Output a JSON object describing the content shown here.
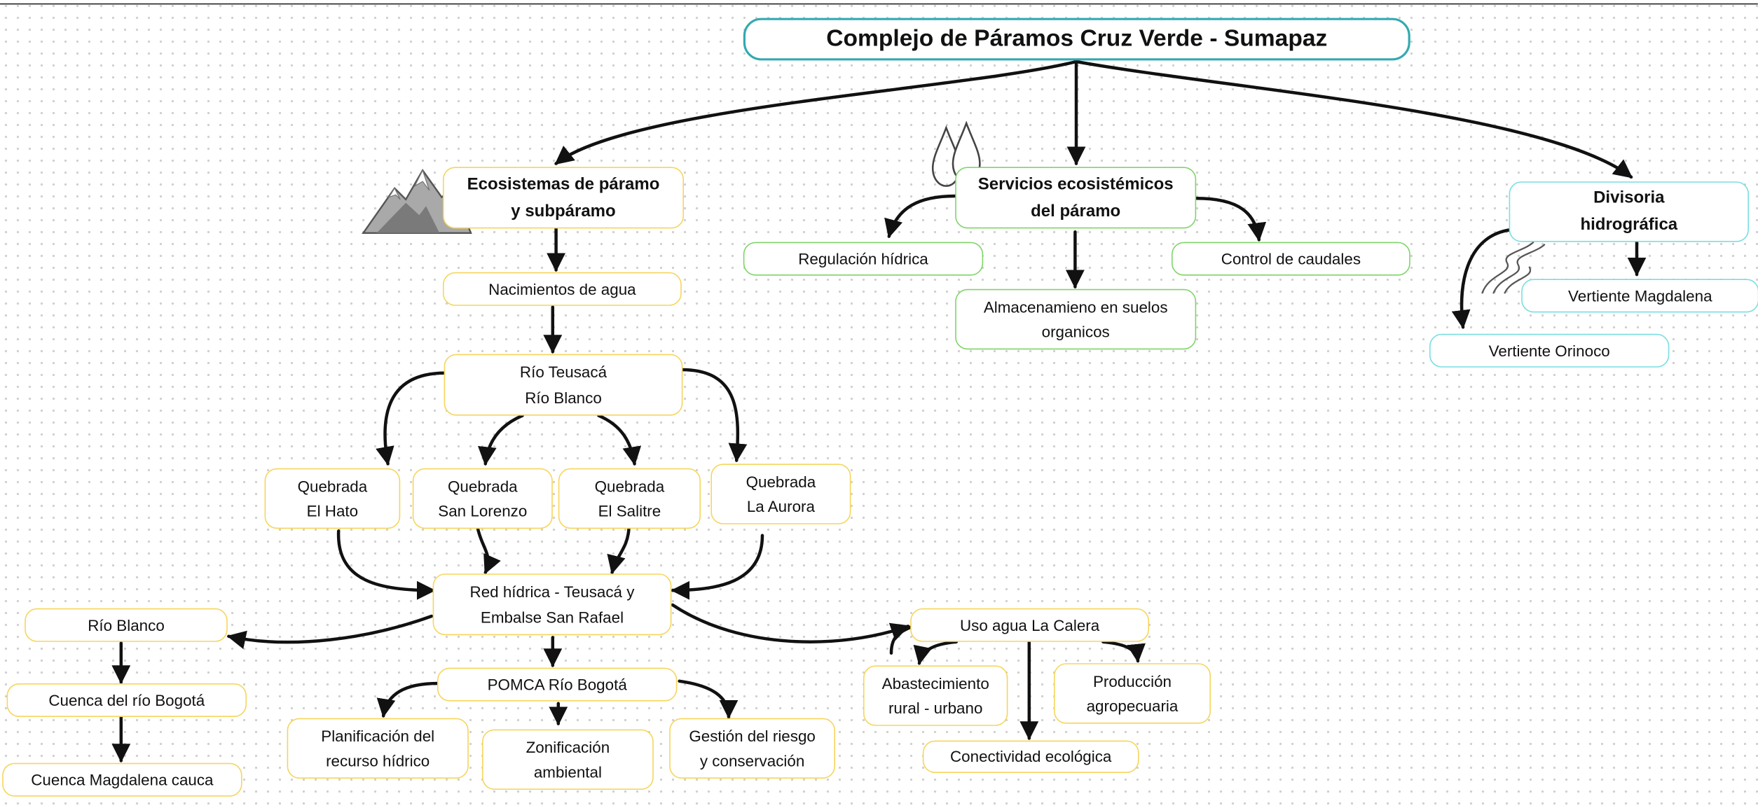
{
  "title": "Complejo de Páramos  Cruz Verde - Sumapaz",
  "colors": {
    "title_border": "#33aab0",
    "yellow_border": "#f6d55c",
    "green_border": "#7fd46a",
    "cyan_border": "#79dee2",
    "arrow": "#111111"
  },
  "icons": [
    "mountain-icon",
    "water-drops-icon",
    "river-icon"
  ],
  "ecosistemas": {
    "heading": "Ecosistemas de páramo\ny subpáramo",
    "nacimientos": "Nacimientos de agua",
    "rios": "Río Teusacá\nRío Blanco",
    "quebradas": [
      "Quebrada\nEl Hato",
      "Quebrada\nSan Lorenzo",
      "Quebrada\nEl Salitre",
      "Quebrada\nLa Aurora"
    ],
    "red_hidrica": "Red hídrica - Teusacá y\nEmbalse San Rafael",
    "rio_blanco": "Río Blanco",
    "cuenca_bogota": "Cuenca del río Bogotá",
    "cuenca_magdalena": "Cuenca Magdalena cauca",
    "pomca": "POMCA Río Bogotá",
    "planificacion": "Planificación del\nrecurso hídrico",
    "zonificacion": "Zonificación\nambiental",
    "gestion": "Gestión del riesgo\ny conservación",
    "uso_agua": "Uso agua La Calera",
    "abastecimiento": "Abastecimiento\nrural - urbano",
    "produccion": "Producción\nagropecuaria",
    "conectividad": "Conectividad ecológica"
  },
  "servicios": {
    "heading": "Servicios ecosistémicos\ndel páramo",
    "regulacion": "Regulación hídrica",
    "almacenamiento": "Almacenamieno en suelos\norganicos",
    "control": "Control de caudales"
  },
  "divisoria": {
    "heading": "Divisoria\nhidrográfica",
    "magdalena": "Vertiente Magdalena",
    "orinoco": "Vertiente Orinoco"
  }
}
